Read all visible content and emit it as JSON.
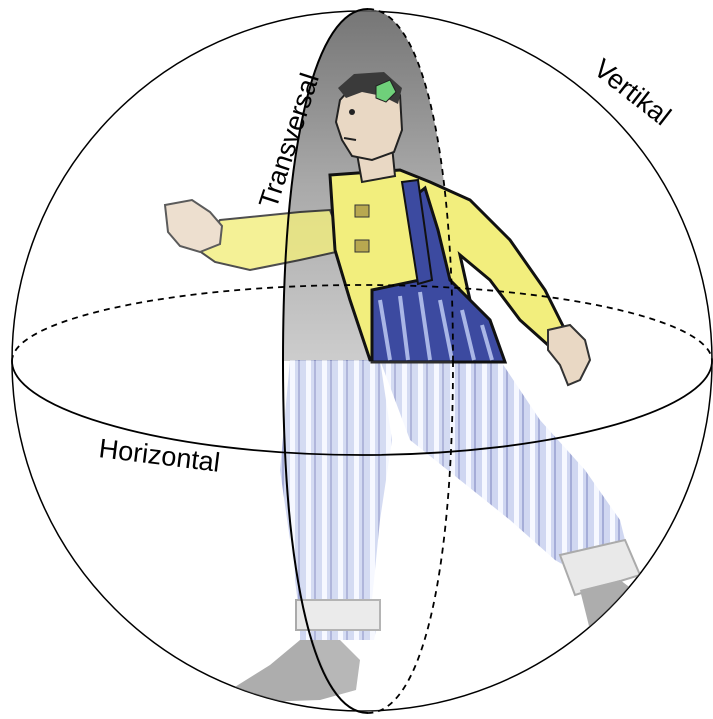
{
  "labels": {
    "transversal": "Transversal",
    "vertikal": "Vertikal",
    "horizontal": "Horizontal"
  },
  "colors": {
    "outline": "#000000",
    "shirt": "#f2ee7d",
    "overalls": "#a9b6e6",
    "overalls_stripe": "#eef2ff",
    "overalls_dark": "#1e2a6e",
    "skin": "#e9d8c4",
    "hair": "#3a3a3a",
    "clip": "#6fd07a",
    "shadow_gray": "#7e7e7e"
  }
}
